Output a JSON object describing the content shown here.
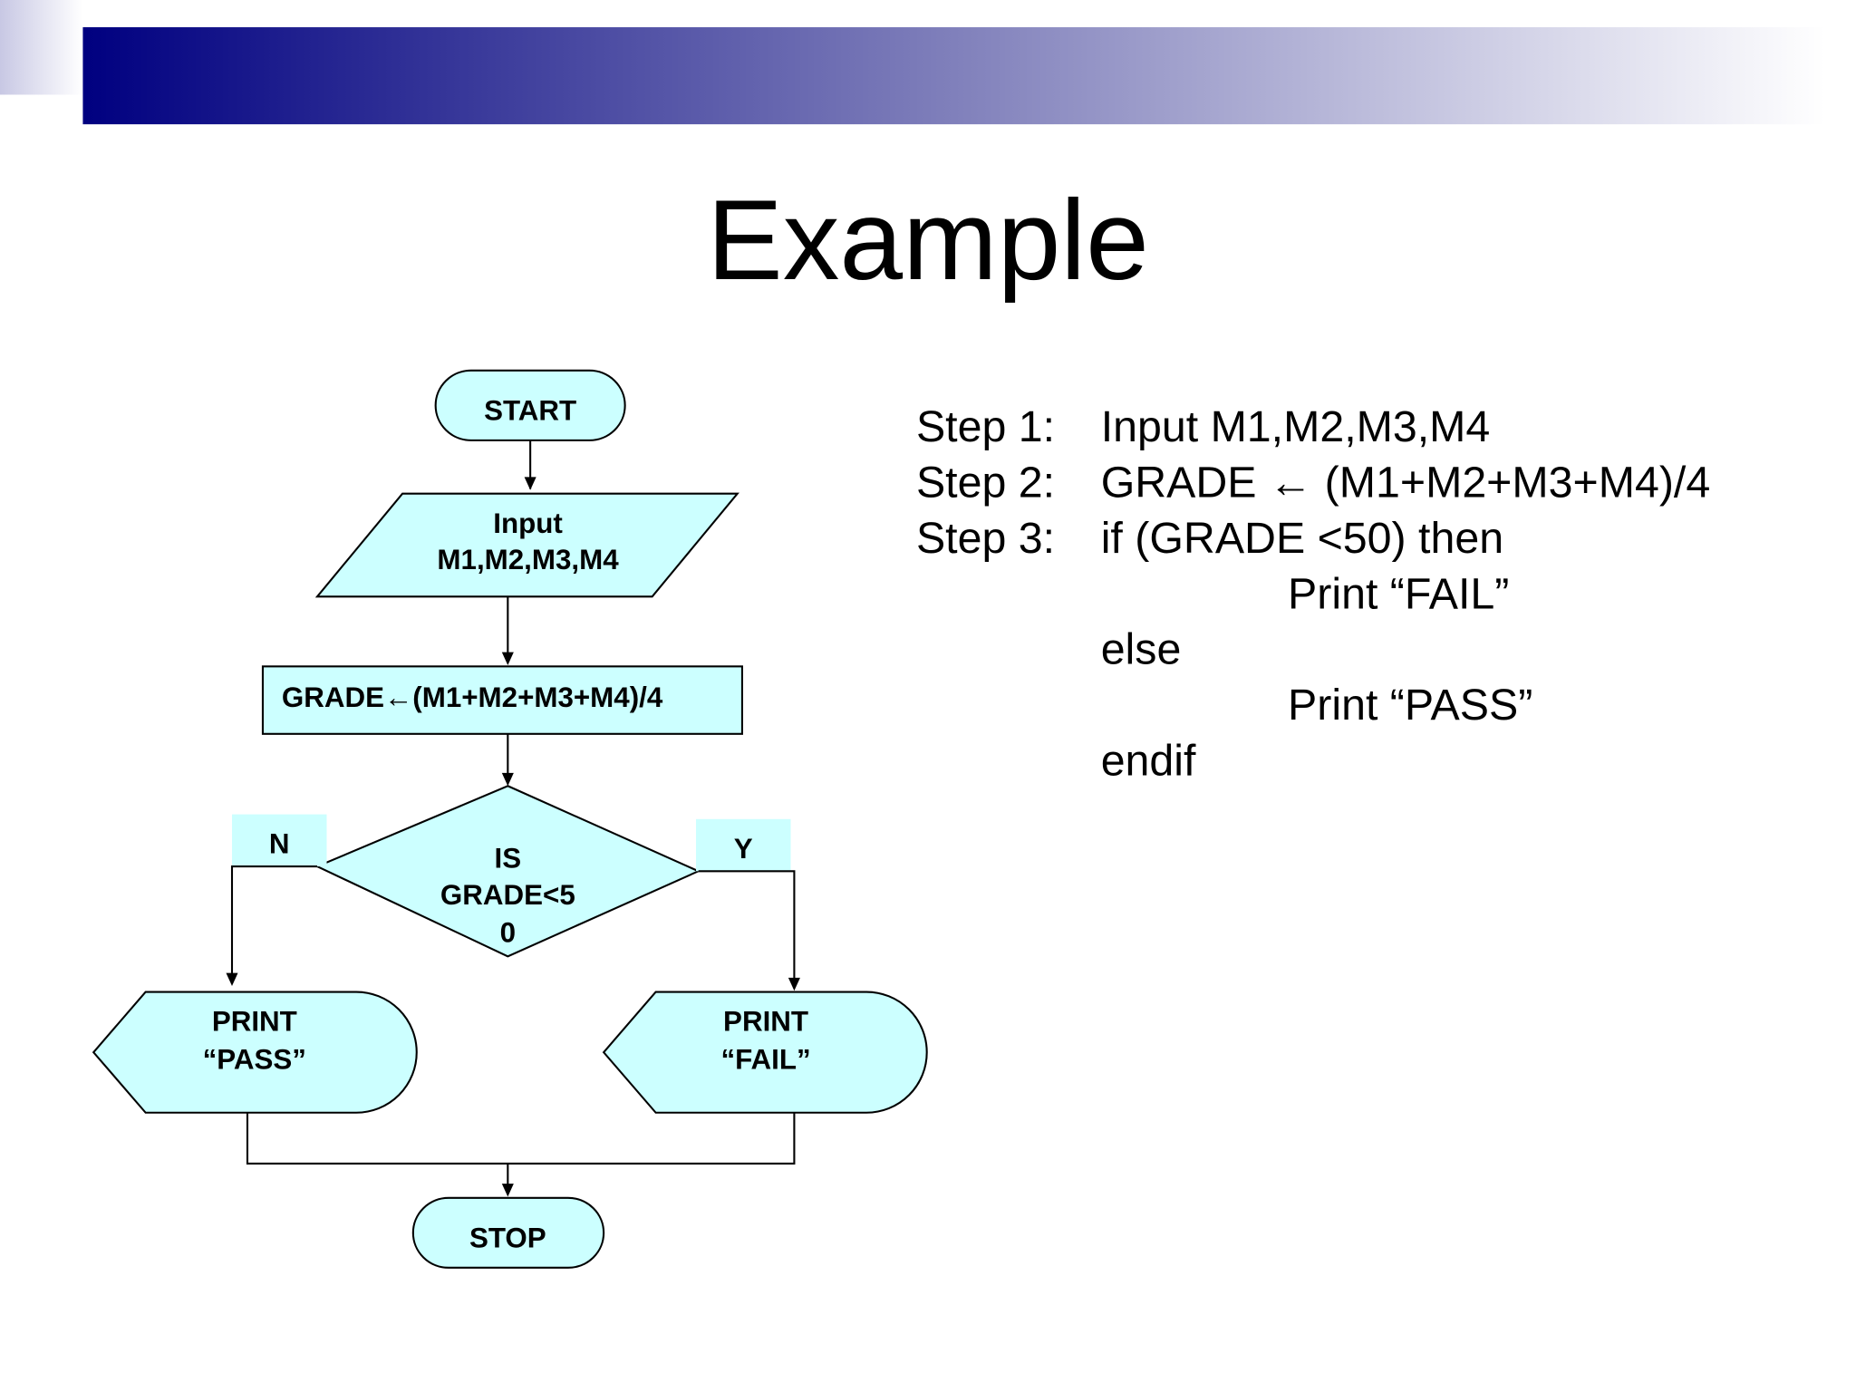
{
  "slide": {
    "title": "Example",
    "colors": {
      "banner_start": "#000080",
      "banner_end": "#ffffff",
      "shape_fill": "#ccffff"
    }
  },
  "flowchart": {
    "start": "START",
    "input": [
      "Input",
      "M1,M2,M3,M4"
    ],
    "process": "GRADE←(M1+M2+M3+M4)/4",
    "decision": [
      "IS",
      "GRADE<5",
      "0"
    ],
    "no_label": "N",
    "yes_label": "Y",
    "print_pass": [
      "PRINT",
      "“PASS”"
    ],
    "print_fail": [
      "PRINT",
      "“FAIL”"
    ],
    "stop": "STOP"
  },
  "algorithm": {
    "steps": [
      {
        "label": "Step 1:",
        "text": "Input M1,M2,M3,M4"
      },
      {
        "label": "Step 2:",
        "text": "GRADE ← (M1+M2+M3+M4)/4"
      },
      {
        "label": "Step 3:",
        "text": "if (GRADE <50) then"
      }
    ],
    "print_fail": "Print “FAIL”",
    "else": "else",
    "print_pass": "Print “PASS”",
    "endif": "endif"
  }
}
